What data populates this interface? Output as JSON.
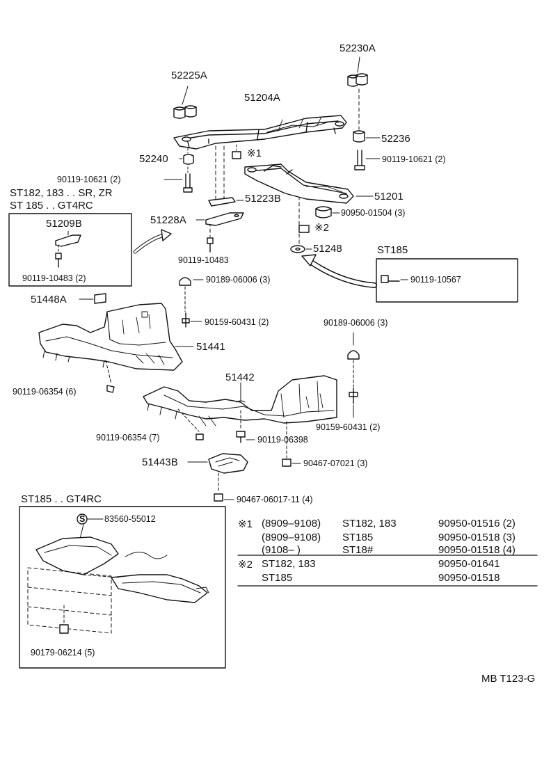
{
  "callouts": {
    "p52230A": "52230A",
    "p52225A": "52225A",
    "p51204A": "51204A",
    "p52236": "52236",
    "p52240": "52240",
    "mark1": "※1",
    "p90119_10621_r": "90119-10621 (2)",
    "p90119_10621_l": "90119-10621 (2)",
    "p51201": "51201",
    "p51223B": "51223B",
    "p90950_01504": "90950-01504 (3)",
    "p51228A": "51228A",
    "mark2": "※2",
    "p51248": "51248",
    "p90119_10483": "90119-10483",
    "p90189_06006_a": "90189-06006 (3)",
    "p51448A": "51448A",
    "p90159_60431_a": "90159-60431 (2)",
    "p90189_06006_b": "90189-06006 (3)",
    "p51441": "51441",
    "p51442": "51442",
    "p90119_06354_a": "90119-06354 (6)",
    "p90159_60431_b": "90159-60431 (2)",
    "p90119_06354_b": "90119-06354 (7)",
    "p90119_06398": "90119-06398",
    "p51443B": "51443B",
    "p90467_07021": "90467-07021 (3)",
    "p90467_06017": "90467-06017-11 (4)"
  },
  "variant_note": {
    "line1": "ST182, 183 . . SR, ZR",
    "line2": "ST 185 . . GT4RC"
  },
  "inset_left": {
    "part": "51209B",
    "bolt": "90119-10483 (2)"
  },
  "inset_right": {
    "title": "ST185",
    "bolt": "90119-10567"
  },
  "inset_bottom": {
    "title": "ST185 . . GT4RC",
    "s_mark": "S",
    "part_a": "83560-55012",
    "part_b": "90179-06214 (5)"
  },
  "notes": {
    "rows": [
      {
        "mark": "※1",
        "date": "(8909–9108)",
        "model": "ST182, 183",
        "part": "90950-01516 (2)"
      },
      {
        "mark": "",
        "date": "(8909–9108)",
        "model": "ST185",
        "part": "90950-01518 (3)"
      },
      {
        "mark": "",
        "date": "(9108–         )",
        "model": "ST18#",
        "part": "90950-01518 (4)"
      },
      {
        "mark": "※2",
        "date": "",
        "model": "ST182, 183",
        "part": "90950-01641"
      },
      {
        "mark": "",
        "date": "",
        "model": "ST185",
        "part": "90950-01518"
      }
    ]
  },
  "footer": {
    "code": "MB T123-G"
  },
  "colors": {
    "ink": "#111111",
    "paper": "#ffffff"
  }
}
